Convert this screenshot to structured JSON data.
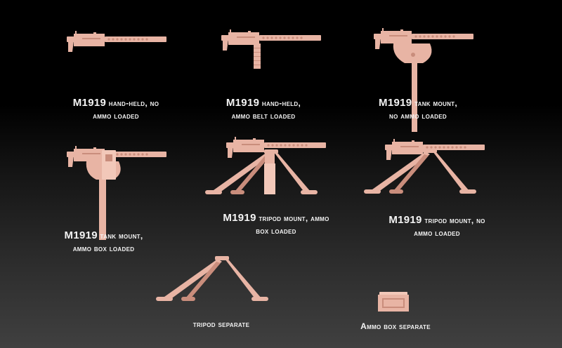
{
  "colors": {
    "model": "#e8b4a4",
    "model_shadow": "#c98d7c",
    "background_top": "#000000",
    "background_bottom": "#404040",
    "caption_text": "#f4f4f4"
  },
  "items": [
    {
      "model": "M1919",
      "line1": "hand-held, no",
      "line2": "ammo loaded"
    },
    {
      "model": "M1919",
      "line1": "hand-held,",
      "line2": "ammo belt loaded"
    },
    {
      "model": "M1919",
      "line1": "tank mount,",
      "line2": "no ammo loaded"
    },
    {
      "model": "M1919",
      "line1": "tank mount,",
      "line2": "ammo box loaded"
    },
    {
      "model": "M1919",
      "line1": "tripod mount, ammo",
      "line2": "box loaded"
    },
    {
      "model": "M1919",
      "line1": "tripod mount, no",
      "line2": "ammo loaded"
    },
    {
      "model": "",
      "line1": "tripod separate",
      "line2": ""
    },
    {
      "model": "",
      "line1": "Ammo box separate",
      "line2": ""
    }
  ]
}
